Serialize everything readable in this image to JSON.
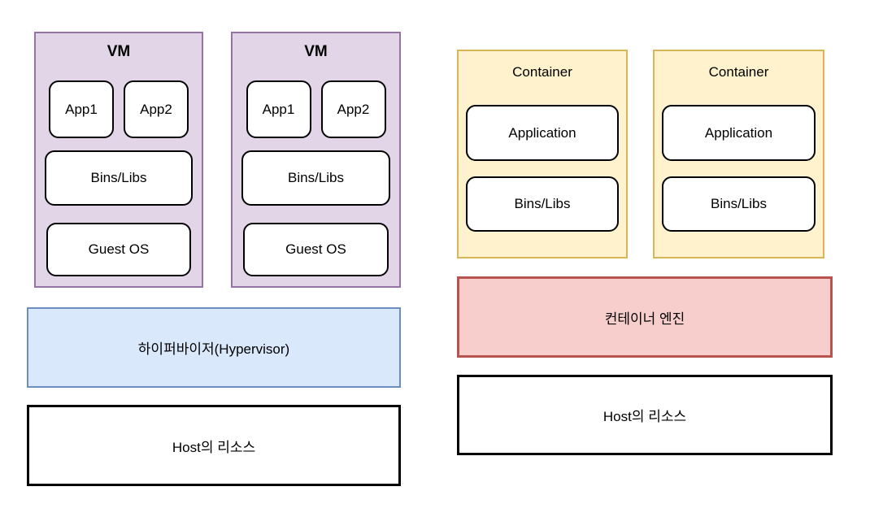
{
  "colors": {
    "canvas_bg": "#ffffff",
    "vm_fill": "#E1D5E7",
    "vm_stroke": "#9673A6",
    "container_fill": "#FFF2CC",
    "container_stroke": "#D6B656",
    "hypervisor_fill": "#DAE8FC",
    "hypervisor_stroke": "#6C8EBF",
    "engine_fill": "#F8CECC",
    "engine_stroke": "#B85450",
    "inner_fill": "#FFFFFF",
    "inner_stroke": "#000000"
  },
  "left": {
    "vms": [
      {
        "title": "VM",
        "apps": [
          "App1",
          "App2"
        ],
        "bins": "Bins/Libs",
        "guest_os": "Guest OS"
      },
      {
        "title": "VM",
        "apps": [
          "App1",
          "App2"
        ],
        "bins": "Bins/Libs",
        "guest_os": "Guest OS"
      }
    ],
    "hypervisor": "하이퍼바이저(Hypervisor)",
    "host": "Host의 리소스"
  },
  "right": {
    "containers": [
      {
        "title": "Container",
        "application": "Application",
        "bins": "Bins/Libs"
      },
      {
        "title": "Container",
        "application": "Application",
        "bins": "Bins/Libs"
      }
    ],
    "engine": "컨테이너 엔진",
    "host": "Host의 리소스"
  }
}
